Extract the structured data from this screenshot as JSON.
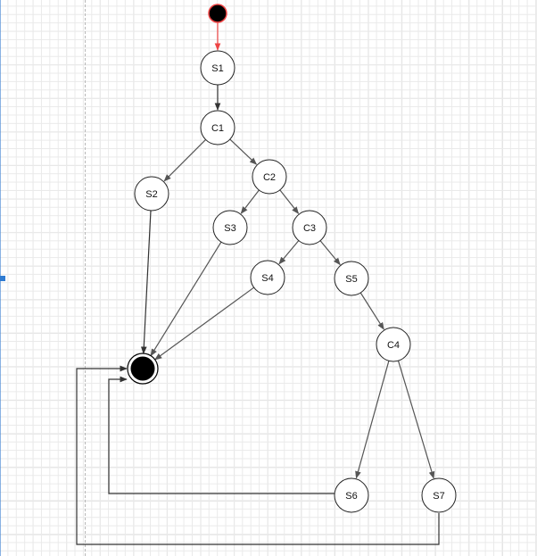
{
  "diagram": {
    "type": "state-machine",
    "nodes": [
      {
        "id": "start",
        "kind": "initial",
        "label": ""
      },
      {
        "id": "S1",
        "kind": "state",
        "label": "S1"
      },
      {
        "id": "C1",
        "kind": "state",
        "label": "C1"
      },
      {
        "id": "S2",
        "kind": "state",
        "label": "S2"
      },
      {
        "id": "C2",
        "kind": "state",
        "label": "C2"
      },
      {
        "id": "S3",
        "kind": "state",
        "label": "S3"
      },
      {
        "id": "C3",
        "kind": "state",
        "label": "C3"
      },
      {
        "id": "S4",
        "kind": "state",
        "label": "S4"
      },
      {
        "id": "S5",
        "kind": "state",
        "label": "S5"
      },
      {
        "id": "C4",
        "kind": "state",
        "label": "C4"
      },
      {
        "id": "S6",
        "kind": "state",
        "label": "S6"
      },
      {
        "id": "S7",
        "kind": "state",
        "label": "S7"
      },
      {
        "id": "end",
        "kind": "final",
        "label": ""
      }
    ],
    "edges": [
      {
        "from": "start",
        "to": "S1",
        "color": "#ee4444"
      },
      {
        "from": "S1",
        "to": "C1",
        "color": "#333333"
      },
      {
        "from": "C1",
        "to": "S2",
        "color": "#555555"
      },
      {
        "from": "C1",
        "to": "C2",
        "color": "#555555"
      },
      {
        "from": "C2",
        "to": "S3",
        "color": "#555555"
      },
      {
        "from": "C2",
        "to": "C3",
        "color": "#555555"
      },
      {
        "from": "C3",
        "to": "S4",
        "color": "#555555"
      },
      {
        "from": "C3",
        "to": "S5",
        "color": "#555555"
      },
      {
        "from": "S5",
        "to": "C4",
        "color": "#555555"
      },
      {
        "from": "C4",
        "to": "S6",
        "color": "#555555"
      },
      {
        "from": "C4",
        "to": "S7",
        "color": "#555555"
      },
      {
        "from": "S2",
        "to": "end",
        "color": "#333333"
      },
      {
        "from": "S3",
        "to": "end",
        "color": "#555555"
      },
      {
        "from": "S4",
        "to": "end",
        "color": "#555555"
      },
      {
        "from": "S6",
        "to": "end",
        "color": "#333333"
      },
      {
        "from": "S7",
        "to": "end",
        "color": "#333333"
      }
    ]
  },
  "colors": {
    "initial_fill": "#000000",
    "initial_stroke": "#ee4444",
    "final_fill": "#000000",
    "node_stroke": "#222222",
    "grid": "#eaeaea"
  }
}
